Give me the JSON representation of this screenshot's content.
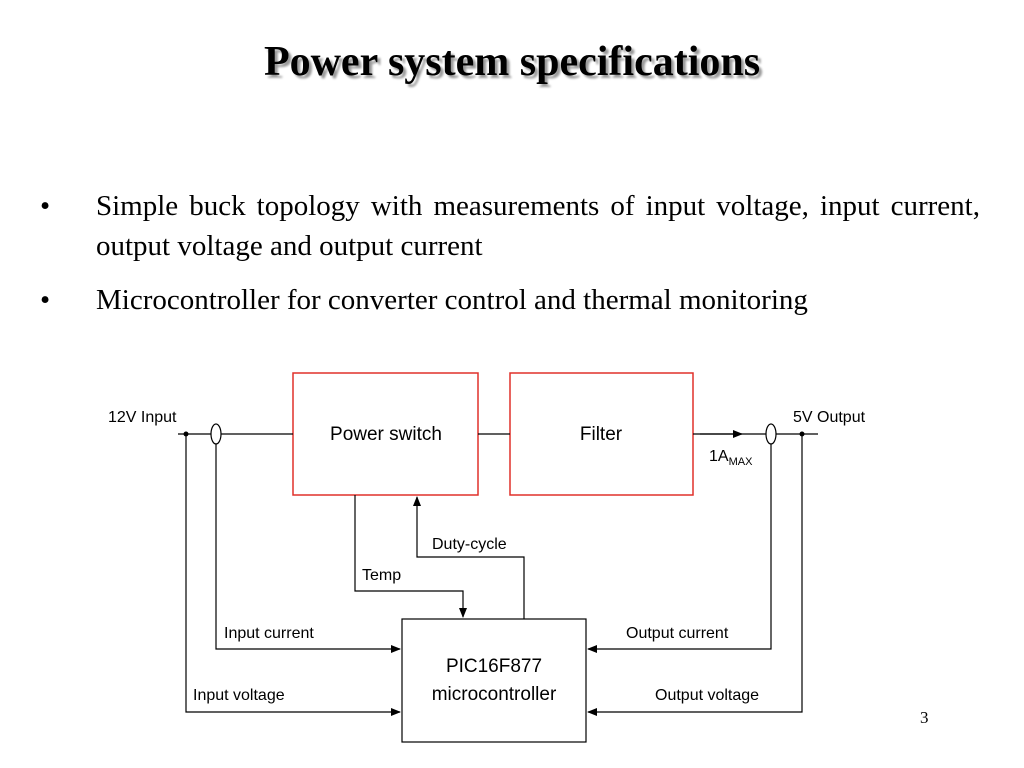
{
  "slide": {
    "title": "Power system specifications",
    "page_number": "3"
  },
  "bullets": [
    "Simple buck topology with measurements of input voltage, input current, output voltage and output current",
    "Microcontroller for converter control and thermal monitoring"
  ],
  "bullet_glyph": "•",
  "diagram": {
    "power_switch": "Power switch",
    "filter": "Filter",
    "mcu_line1": "PIC16F877",
    "mcu_line2": "microcontroller",
    "input_label": "12V Input",
    "output_label": "5V Output",
    "current_limit": "1A",
    "current_limit_sub": "MAX",
    "duty_cycle": "Duty-cycle",
    "temp": "Temp",
    "input_current": "Input current",
    "input_voltage": "Input voltage",
    "output_current": "Output current",
    "output_voltage": "Output voltage",
    "block_border_color": "#e0302a"
  }
}
